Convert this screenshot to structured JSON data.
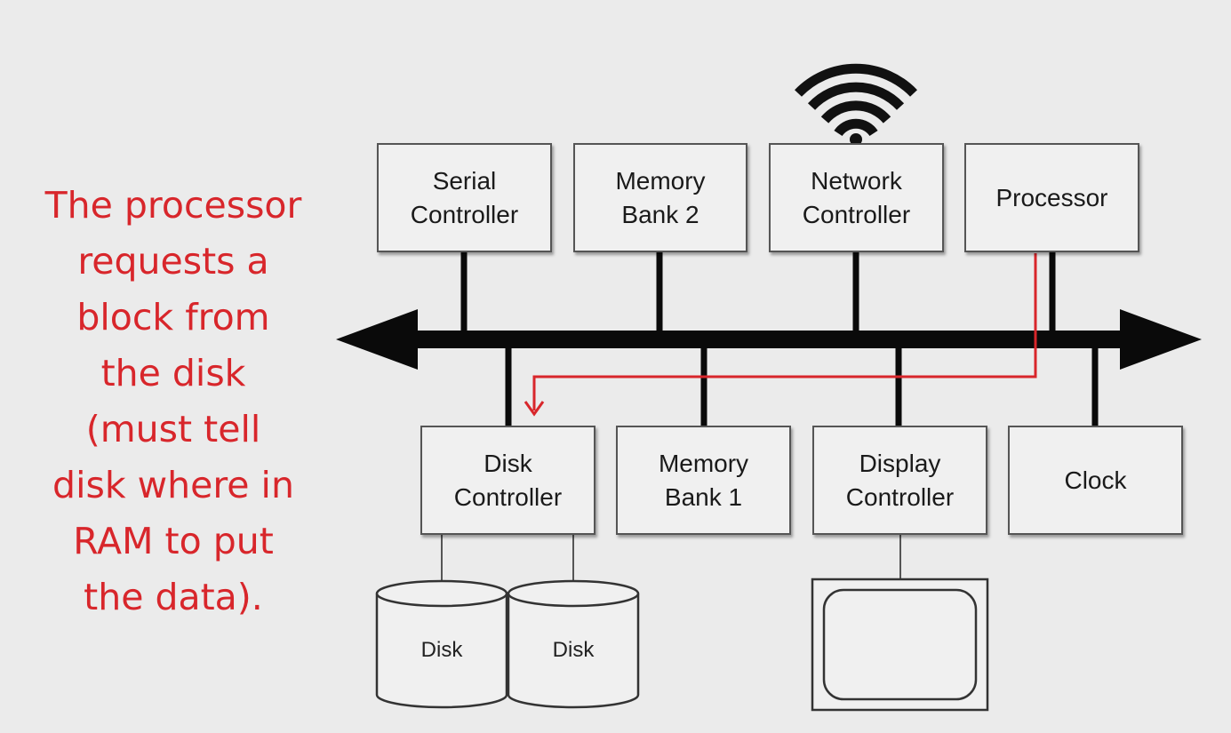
{
  "caption": {
    "lines": [
      "The processor",
      "requests a",
      "block from",
      "the disk",
      "(must tell",
      "disk where in",
      "RAM to put",
      "the data)."
    ]
  },
  "top_row": [
    {
      "lines": [
        "Serial",
        "Controller"
      ]
    },
    {
      "lines": [
        "Memory",
        "Bank 2"
      ]
    },
    {
      "lines": [
        "Network",
        "Controller"
      ]
    },
    {
      "lines": [
        "Processor"
      ]
    }
  ],
  "bottom_row": [
    {
      "lines": [
        "Disk",
        "Controller"
      ]
    },
    {
      "lines": [
        "Memory",
        "Bank 1"
      ]
    },
    {
      "lines": [
        "Display",
        "Controller"
      ]
    },
    {
      "lines": [
        "Clock"
      ]
    }
  ],
  "disks": [
    "Disk",
    "Disk"
  ],
  "colors": {
    "background": "#ebebeb",
    "caption": "#d8262b",
    "request_arrow": "#d8262b",
    "bus": "#0a0a0a"
  },
  "icons": [
    "wifi-icon",
    "bus-double-arrow",
    "monitor-icon",
    "disk-cylinder-icon"
  ]
}
